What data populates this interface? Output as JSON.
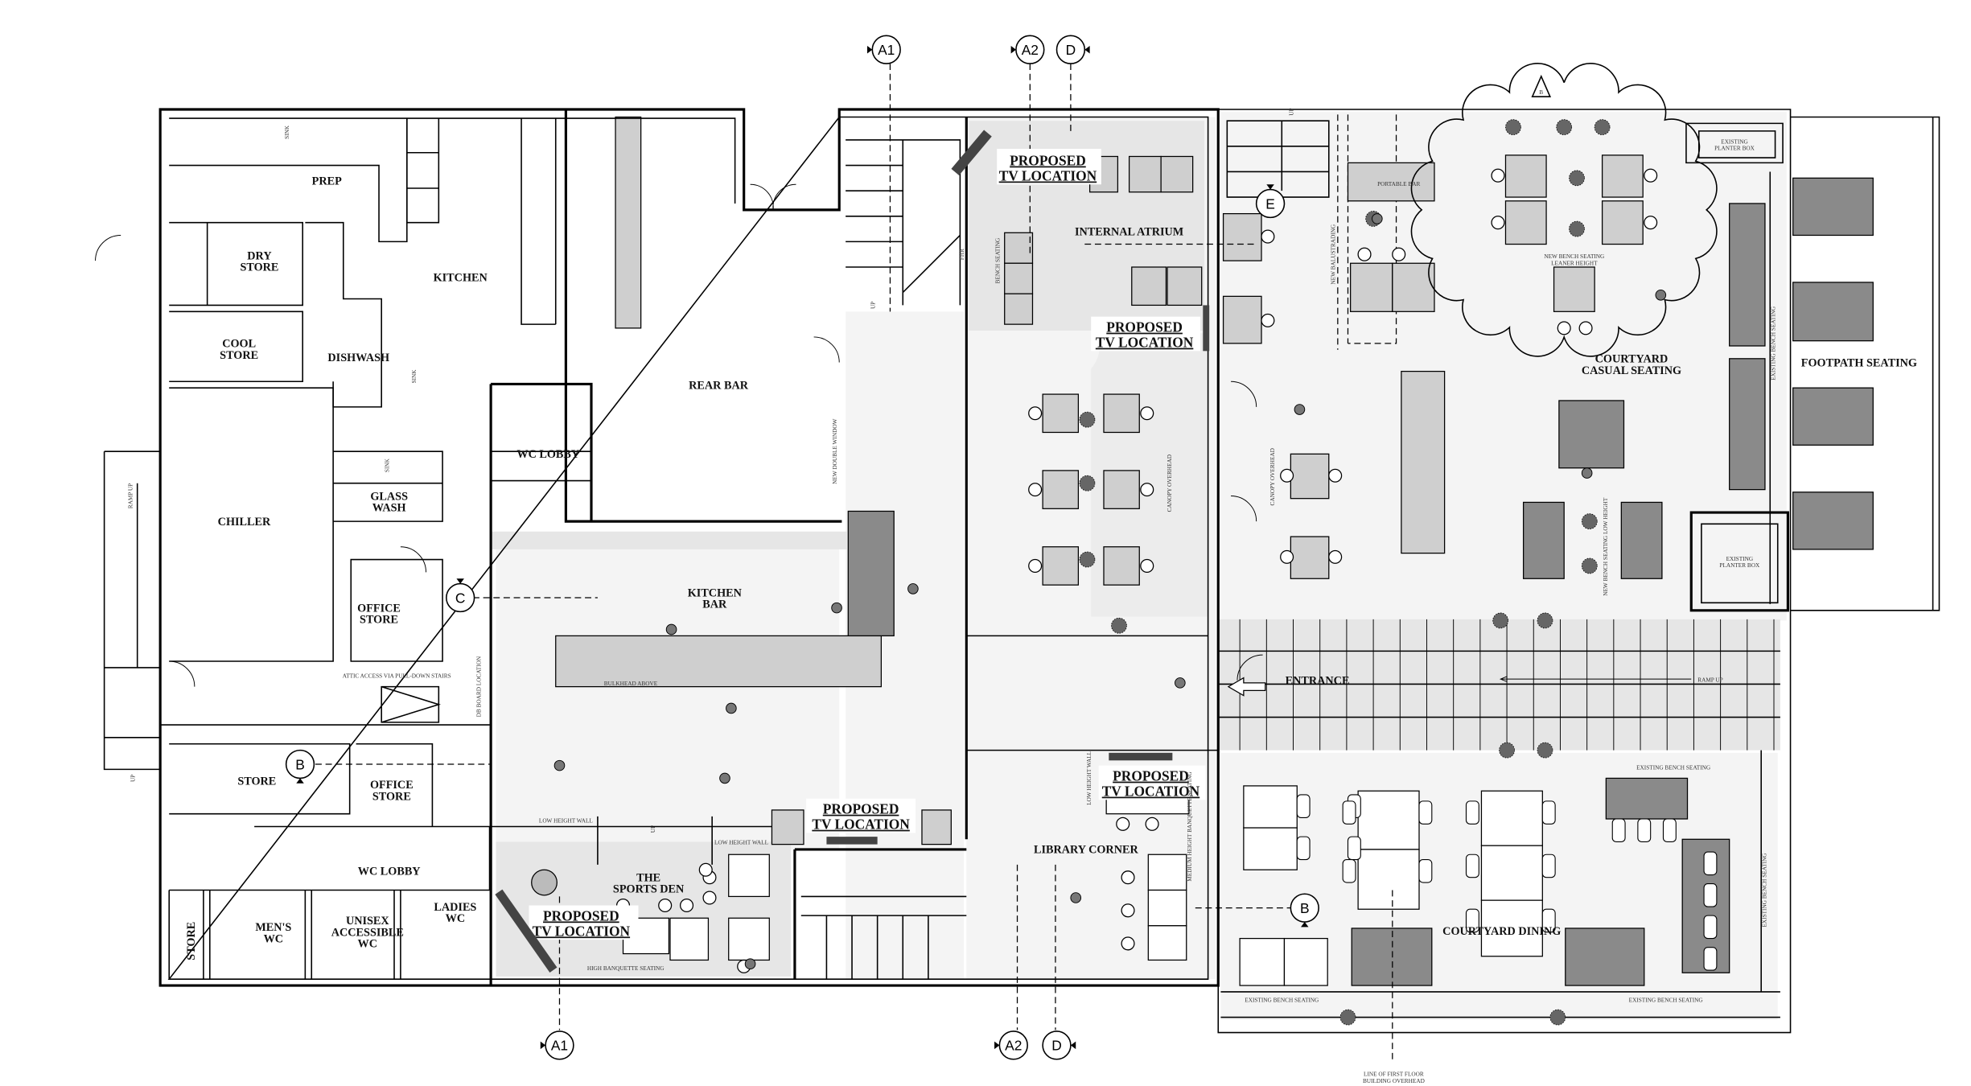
{
  "rooms": {
    "prep": "PREP",
    "dry_store": [
      "DRY",
      "STORE"
    ],
    "kitchen": "KITCHEN",
    "cool_store": [
      "COOL",
      "STORE"
    ],
    "dishwash": "DISHWASH",
    "chiller": "CHILLER",
    "glass_wash": [
      "GLASS",
      "WASH"
    ],
    "office_store": [
      "OFFICE",
      "STORE"
    ],
    "rear_bar": "REAR BAR",
    "wc_lobby": "WC LOBBY",
    "kitchen_bar": [
      "KITCHEN",
      "BAR"
    ],
    "store": "STORE",
    "mens_wc": [
      "MEN'S",
      "WC"
    ],
    "unisex_wc": [
      "UNISEX",
      "ACCESSIBLE",
      "WC"
    ],
    "ladies_wc": [
      "LADIES",
      "WC"
    ],
    "sports_den": [
      "THE",
      "SPORTS DEN"
    ],
    "internal_atrium": "INTERNAL ATRIUM",
    "library_corner": "LIBRARY CORNER",
    "courtyard_casual": [
      "COURTYARD",
      "CASUAL SEATING"
    ],
    "courtyard_dining": "COURTYARD DINING",
    "footpath_seating": "FOOTPATH SEATING",
    "entrance": "ENTRANCE",
    "portable_bar": "PORTABLE BAR"
  },
  "tv_location": [
    "PROPOSED",
    "TV LOCATION"
  ],
  "notes": {
    "sink": "SINK",
    "new_double_window": "NEW DOUBLE WINDOW",
    "ramp_up": "RAMP UP",
    "bulkhead_above": "BULKHEAD ABOVE",
    "attic_access": "ATTIC ACCESS VIA PULL-DOWN STAIRS",
    "db_board": "DB BOARD LOCATION",
    "low_height_wall": "LOW HEIGHT WALL",
    "high_banquette": "HIGH BANQUETTE SEATING",
    "bench_seating": "BENCH SEATING",
    "canopy_overhead": "CANOPY OVERHEAD",
    "new_balustrading": "NEW BALUSTRADING",
    "new_bench_leaner": [
      "NEW BENCH SEATING",
      "LEANER HEIGHT"
    ],
    "existing_planter_box": [
      "EXISTING",
      "PLANTER BOX"
    ],
    "existing_bench_seating": "EXISTING BENCH SEATING",
    "new_bench_low": "NEW BENCH SEATING LOW HEIGHT",
    "medium_banquette": "MEDIUM HEIGHT BANQUETTE SEATING",
    "line_first_floor": [
      "LINE OF FIRST FLOOR",
      "BUILDING OVERHEAD"
    ],
    "up": "UP",
    "fire": "FHR"
  },
  "markers": {
    "a1": "A1",
    "a2": "A2",
    "d": "D",
    "c": "C",
    "b": "B",
    "e": "E",
    "revision": "B"
  },
  "colors": {
    "light_floor": "#f4f4f4",
    "mid_floor": "#e6e6e6",
    "furniture": "#cfcfcf",
    "dark_furniture": "#8a8a8a"
  }
}
